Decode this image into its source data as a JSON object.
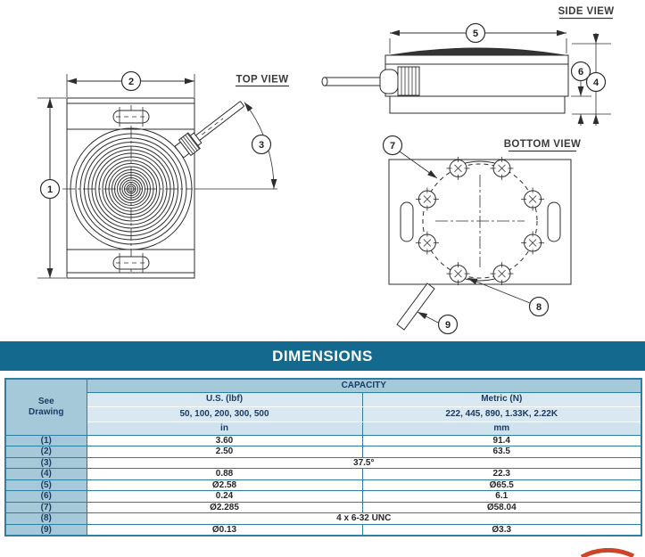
{
  "title_bar": {
    "label": "DIMENSIONS"
  },
  "views": {
    "top": "TOP VIEW",
    "side": "SIDE VIEW",
    "bottom": "BOTTOM VIEW"
  },
  "balloons": {
    "b1": "1",
    "b2": "2",
    "b3": "3",
    "b4": "4",
    "b5": "5",
    "b6": "6",
    "b7": "7",
    "b8": "8",
    "b9": "9"
  },
  "table": {
    "see_drawing_line1": "See",
    "see_drawing_line2": "Drawing",
    "capacity_header": "CAPACITY",
    "us_header": "U.S. (lbf)",
    "metric_header": "Metric (N)",
    "us_capacities": "50, 100, 200, 300, 500",
    "metric_capacities": "222, 445, 890, 1.33K, 2.22K",
    "us_unit": "in",
    "metric_unit": "mm",
    "rows": [
      {
        "ref": "(1)",
        "us": "3.60",
        "metric": "91.4"
      },
      {
        "ref": "(2)",
        "us": "2.50",
        "metric": "63.5"
      },
      {
        "ref": "(3)",
        "shared": "37.5°"
      },
      {
        "ref": "(4)",
        "us": "0.88",
        "metric": "22.3"
      },
      {
        "ref": "(5)",
        "us": "Ø2.58",
        "metric": "Ø65.5"
      },
      {
        "ref": "(6)",
        "us": "0.24",
        "metric": "6.1"
      },
      {
        "ref": "(7)",
        "us": "Ø2.285",
        "metric": "Ø58.04"
      },
      {
        "ref": "(8)",
        "shared": "4 x 6-32 UNC"
      },
      {
        "ref": "(9)",
        "us": "Ø0.13",
        "metric": "Ø3.3"
      }
    ]
  },
  "colors": {
    "title_bar_bg": "#136a8e",
    "table_border": "#2b7fa3",
    "cell_medium": "#a6c9da",
    "cell_light": "#d9e8f1",
    "cell_unit": "#cfe2ed",
    "header_text": "#1c3c61",
    "value_text": "#262626",
    "line_color": "#2e2e2e",
    "logo_red": "#cc4528"
  }
}
